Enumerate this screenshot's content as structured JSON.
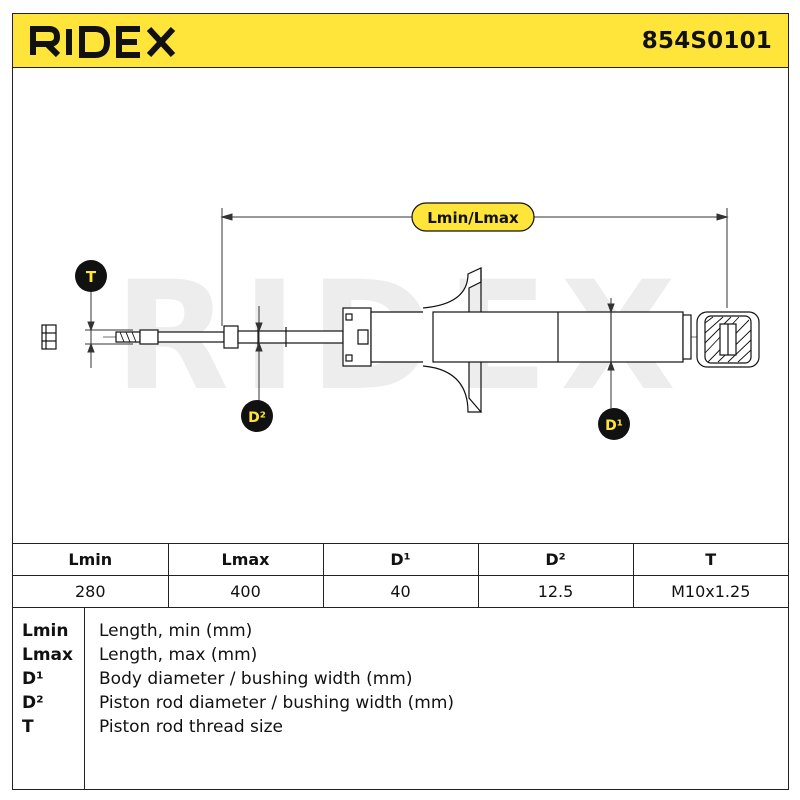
{
  "header": {
    "brand": "RIDEX",
    "part_number": "854S0101",
    "brand_color": "#ffe53a"
  },
  "drawing": {
    "length_label": "Lmin/Lmax",
    "thread_label": "T",
    "rod_diameter_label": "D²",
    "body_diameter_label": "D¹",
    "watermark": "RIDEX"
  },
  "table": {
    "headers": [
      "Lmin",
      "Lmax",
      "D¹",
      "D²",
      "T"
    ],
    "values": [
      "280",
      "400",
      "40",
      "12.5",
      "M10x1.25"
    ]
  },
  "legend": [
    {
      "key": "Lmin",
      "desc": "Length, min (mm)"
    },
    {
      "key": "Lmax",
      "desc": "Length, max (mm)"
    },
    {
      "key": "D¹",
      "desc": "Body diameter / bushing width (mm)"
    },
    {
      "key": "D²",
      "desc": "Piston rod diameter / bushing width (mm)"
    },
    {
      "key": "T",
      "desc": "Piston rod thread size"
    }
  ]
}
